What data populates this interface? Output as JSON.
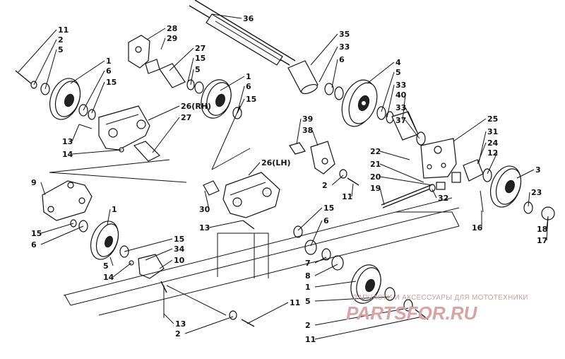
{
  "callouts": [
    {
      "text": "36"
    },
    {
      "text": "35"
    },
    {
      "text": "33"
    },
    {
      "text": "6"
    },
    {
      "text": "4"
    },
    {
      "text": "5"
    },
    {
      "text": "33"
    },
    {
      "text": "40"
    },
    {
      "text": "33"
    },
    {
      "text": "37"
    },
    {
      "text": "25"
    },
    {
      "text": "31"
    },
    {
      "text": "24"
    },
    {
      "text": "12"
    },
    {
      "text": "3"
    },
    {
      "text": "23"
    },
    {
      "text": "18"
    },
    {
      "text": "17"
    },
    {
      "text": "16"
    },
    {
      "text": "32"
    },
    {
      "text": "22"
    },
    {
      "text": "21"
    },
    {
      "text": "20"
    },
    {
      "text": "19"
    },
    {
      "text": "39"
    },
    {
      "text": "38"
    },
    {
      "text": "2"
    },
    {
      "text": "11"
    },
    {
      "text": "28"
    },
    {
      "text": "29"
    },
    {
      "text": "27"
    },
    {
      "text": "15"
    },
    {
      "text": "5"
    },
    {
      "text": "1"
    },
    {
      "text": "6"
    },
    {
      "text": "15"
    },
    {
      "text": "26(RH)"
    },
    {
      "text": "27"
    },
    {
      "text": "11"
    },
    {
      "text": "2"
    },
    {
      "text": "5"
    },
    {
      "text": "1"
    },
    {
      "text": "6"
    },
    {
      "text": "15"
    },
    {
      "text": "13"
    },
    {
      "text": "14"
    },
    {
      "text": "9"
    },
    {
      "text": "1"
    },
    {
      "text": "15"
    },
    {
      "text": "6"
    },
    {
      "text": "15"
    },
    {
      "text": "34"
    },
    {
      "text": "10"
    },
    {
      "text": "5"
    },
    {
      "text": "14"
    },
    {
      "text": "26(LH)"
    },
    {
      "text": "30"
    },
    {
      "text": "13"
    },
    {
      "text": "15"
    },
    {
      "text": "6"
    },
    {
      "text": "7"
    },
    {
      "text": "8"
    },
    {
      "text": "1"
    },
    {
      "text": "5"
    },
    {
      "text": "2"
    },
    {
      "text": "11"
    },
    {
      "text": "13"
    },
    {
      "text": "2"
    },
    {
      "text": "11"
    }
  ],
  "watermark": {
    "subtitle": "ЗАПЧАСТИ И АКСЕССУАРЫ ДЛЯ МОТОТЕХНИКИ",
    "brand": "PARTSFOR.RU"
  }
}
